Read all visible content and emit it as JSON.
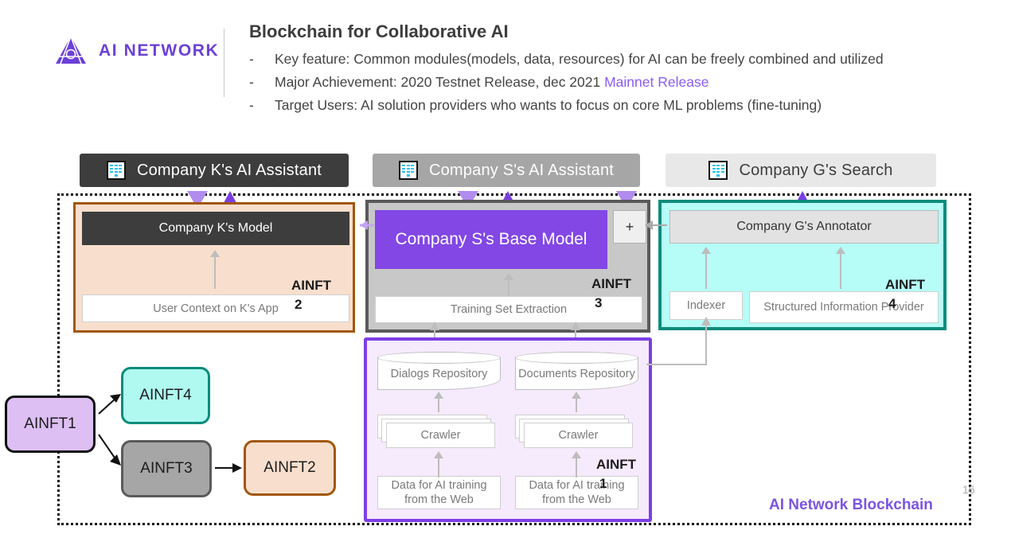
{
  "header": {
    "logo_text": "AI NETWORK",
    "logo_icon": "ai-network-triangle-logo",
    "title": "Blockchain for Collaborative AI",
    "bullets": [
      {
        "dash": "-",
        "pre": "Key feature: Common modules(models, data, resources) for AI can be freely combined and utilized",
        "highlight": ""
      },
      {
        "dash": "-",
        "pre": "Major Achievement: 2020 Testnet Release, dec 2021 ",
        "highlight": "Mainnet Release"
      },
      {
        "dash": "-",
        "pre": "Target Users: AI solution providers who wants to focus on core ML problems (fine-tuning)",
        "highlight": ""
      }
    ]
  },
  "company_tabs": [
    {
      "id": "k",
      "icon": "building-icon",
      "label": "Company K's  AI Assistant",
      "bg": "#3d3d3d",
      "fg": "#ffffff"
    },
    {
      "id": "s",
      "icon": "building-icon",
      "label": "Company S's  AI Assistant",
      "bg": "#a6a6a6",
      "fg": "#ffffff"
    },
    {
      "id": "g",
      "icon": "building-icon",
      "label": "Company G's  Search",
      "bg": "#e8e8e8",
      "fg": "#3d3d3d"
    }
  ],
  "panels": {
    "k": {
      "model_label": "Company K's Model",
      "sub_label": "User Context on K's App",
      "ainft_tag": "AINFT",
      "ainft_num": "2",
      "fill": "#F8DFCD",
      "border": "#A2570C"
    },
    "s": {
      "model_label": "Company S's Base Model",
      "plus_label": "+",
      "sub_label": "Training Set Extraction",
      "ainft_tag": "AINFT",
      "ainft_num": "3",
      "fill": "#C8C8C8",
      "border": "#595959",
      "model_fill": "#8247E5"
    },
    "g": {
      "model_label": "Company G's Annotator",
      "sub_label_1": "Indexer",
      "sub_label_2": "Structured Information Provider",
      "ainft_tag": "AINFT",
      "ainft_num": "4",
      "fill": "#B6FCF7",
      "border": "#0C8C7B"
    },
    "data": {
      "repo_1": "Dialogs Repository",
      "repo_2": "Documents Repository",
      "crawler_1": "Crawler",
      "crawler_2": "Crawler",
      "web_1": "Data for AI training from the Web",
      "web_2": "Data for AI training from the Web",
      "ainft_tag": "AINFT",
      "ainft_num": "1",
      "fill": "#F6EAFD",
      "border": "#7C3FE4"
    }
  },
  "nft_legend": [
    {
      "id": "nft1",
      "label": "AINFT1",
      "fill": "#DDBFF4",
      "border": "#111111"
    },
    {
      "id": "nft4",
      "label": "AINFT4",
      "fill": "#AFF9F1",
      "border": "#0C8C7B"
    },
    {
      "id": "nft3",
      "label": "AINFT3",
      "fill": "#A6A6A6",
      "border": "#5A5A5A"
    },
    {
      "id": "nft2",
      "label": "AINFT2",
      "fill": "#F8DFCD",
      "border": "#A2570C"
    }
  ],
  "footer": {
    "blockchain_label": "AI Network Blockchain",
    "page_number": "16",
    "accent": "#7B55E0"
  }
}
